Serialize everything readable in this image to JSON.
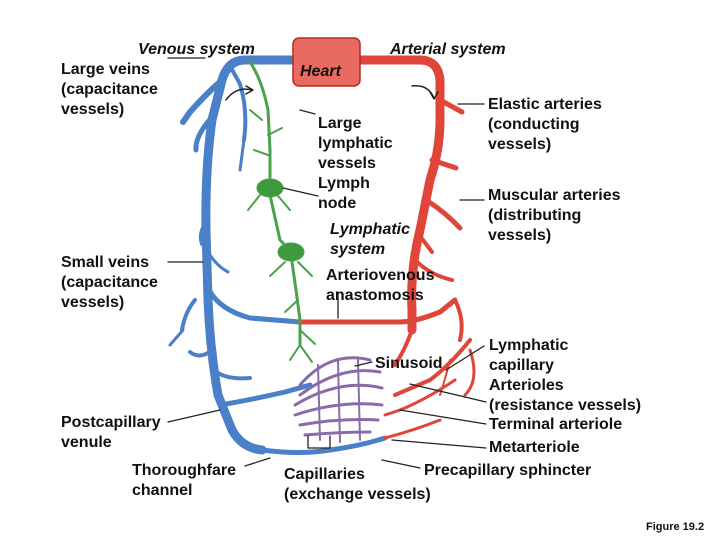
{
  "diagram": {
    "colors": {
      "vein": "#4a7fc9",
      "vein_dark": "#2e5f9f",
      "artery": "#e0453a",
      "artery_dark": "#b52a22",
      "heart": "#e86a60",
      "lymph": "#4aa24a",
      "lymph_node": "#3f9a3f",
      "capillary_mix": "#8a6aa8",
      "leader": "#222222"
    },
    "labels": {
      "venous_system": "Venous system",
      "arterial_system": "Arterial system",
      "heart": "Heart",
      "large_veins": "Large veins\n(capacitance\nvessels)",
      "large_lymphatic": "Large\nlymphatic\nvessels",
      "lymph_node": "Lymph\nnode",
      "lymphatic_system": "Lymphatic\nsystem",
      "elastic_arteries": "Elastic arteries\n(conducting\nvessels)",
      "muscular_arteries": "Muscular arteries\n(distributing\nvessels)",
      "small_veins": "Small veins\n(capacitance\nvessels)",
      "arteriovenous": "Arteriovenous\nanastomosis",
      "sinusoid": "Sinusoid",
      "lymphatic_capillary": "Lymphatic\ncapillary",
      "arterioles": "Arterioles\n(resistance vessels)",
      "terminal_arteriole": "Terminal arteriole",
      "postcapillary_venule": "Postcapillary\nvenule",
      "metarteriole": "Metarteriole",
      "thoroughfare_channel": "Thoroughfare\nchannel",
      "capillaries": "Capillaries\n(exchange vessels)",
      "precapillary_sphincter": "Precapillary sphincter",
      "figure": "Figure 19.2"
    }
  }
}
